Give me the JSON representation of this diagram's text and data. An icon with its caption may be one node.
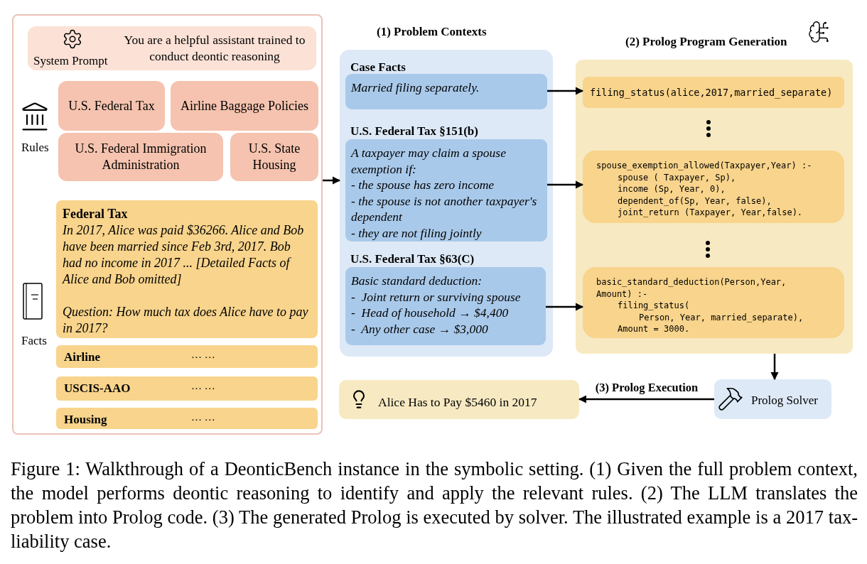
{
  "diagram": {
    "caption": "Figure 1: Walkthrough of a DeonticBench instance in the symbolic setting. (1) Given the full problem context, the model performs deontic reasoning to identify and apply the relevant rules. (2) The LLM translates the problem into Prolog code. (3) The generated Prolog is executed by solver. The illustrated example is a 2017 tax-liability case.",
    "nodes": [
      {
        "text": [],
        "shape": "box"
      },
      {
        "text": [
          "System Prompt",
          "You are a helpful assistant trained to conduct deontic reasoning"
        ],
        "in": 0
      },
      {
        "text": [
          "U.S. Federal Tax"
        ],
        "in": 0
      },
      {
        "text": [
          "Airline Baggage Policies"
        ],
        "in": 0
      },
      {
        "text": [
          "U.S. Federal Immigration Administration"
        ],
        "in": 0
      },
      {
        "text": [
          "U.S. State Housing"
        ],
        "in": 0
      },
      {
        "text": [
          "Federal Tax",
          "In 2017, Alice was paid $36266. Alice and Bob have been married since Feb 3rd, 2017. Bob had no income in 2017 ... [Detailed Facts of Alice and Bob omitted]",
          "Question: How much tax does Alice have to pay in 2017?"
        ],
        "in": 0
      },
      {
        "text": [
          "Airline",
          "… …"
        ],
        "in": 0
      },
      {
        "text": [
          "USCIS-AAO",
          "… …"
        ],
        "in": 0
      },
      {
        "text": [
          "Housing",
          "… …"
        ],
        "in": 0
      },
      {
        "text": [
          "(1) Problem Contexts"
        ]
      },
      {
        "text": [
          "Case Facts",
          "Married filing separately."
        ],
        "in": 10
      },
      {
        "text": [
          "U.S. Federal Tax §151(b)",
          "A taxpayer may claim a spouse exemption if:",
          "- the spouse has zero income",
          "- the spouse is not another taxpayer's dependent",
          "- they are not filing jointly"
        ],
        "in": 10
      },
      {
        "text": [
          "U.S. Federal Tax §63(C)",
          "Basic standard deduction:",
          "-  Joint return or surviving spouse",
          "-  Head of household → $4,400",
          "-  Any other case → $3,000"
        ],
        "in": 10
      },
      {
        "text": [
          "(2) Prolog Program Generation"
        ]
      },
      {
        "text": [
          "filing_status(alice,2017,married_separate)"
        ],
        "in": 14
      },
      {
        "text": [
          "spouse_exemption_allowed(Taxpayer,Year) :-",
          "spouse ( Taxpayer, Sp),",
          "income (Sp, Year, 0),",
          "dependent_of(Sp, Year, false),",
          "joint_return (Taxpayer, Year,false)."
        ],
        "in": 14
      },
      {
        "text": [
          "basic_standard_deduction(Person,Year, Amount) :-",
          "filing_status(",
          "Person, Year, married_separate),",
          "Amount = 3000."
        ],
        "in": 14
      },
      {
        "text": [
          "Prolog Solver"
        ]
      },
      {
        "text": [
          "Alice Has to Pay $5460 in 2017"
        ]
      }
    ],
    "edges": [
      {
        "from": 0,
        "to": 10,
        "arrow": "to"
      },
      {
        "from": 11,
        "to": 15,
        "arrow": "to"
      },
      {
        "from": 12,
        "to": 16,
        "arrow": "to"
      },
      {
        "from": 13,
        "to": 17,
        "arrow": "to"
      },
      {
        "from": 14,
        "to": 18,
        "arrow": "to"
      },
      {
        "from": 18,
        "to": 19,
        "arrow": "to",
        "label": "(3) Prolog Execution"
      }
    ],
    "labels": [
      "Rules",
      "Facts"
    ]
  }
}
